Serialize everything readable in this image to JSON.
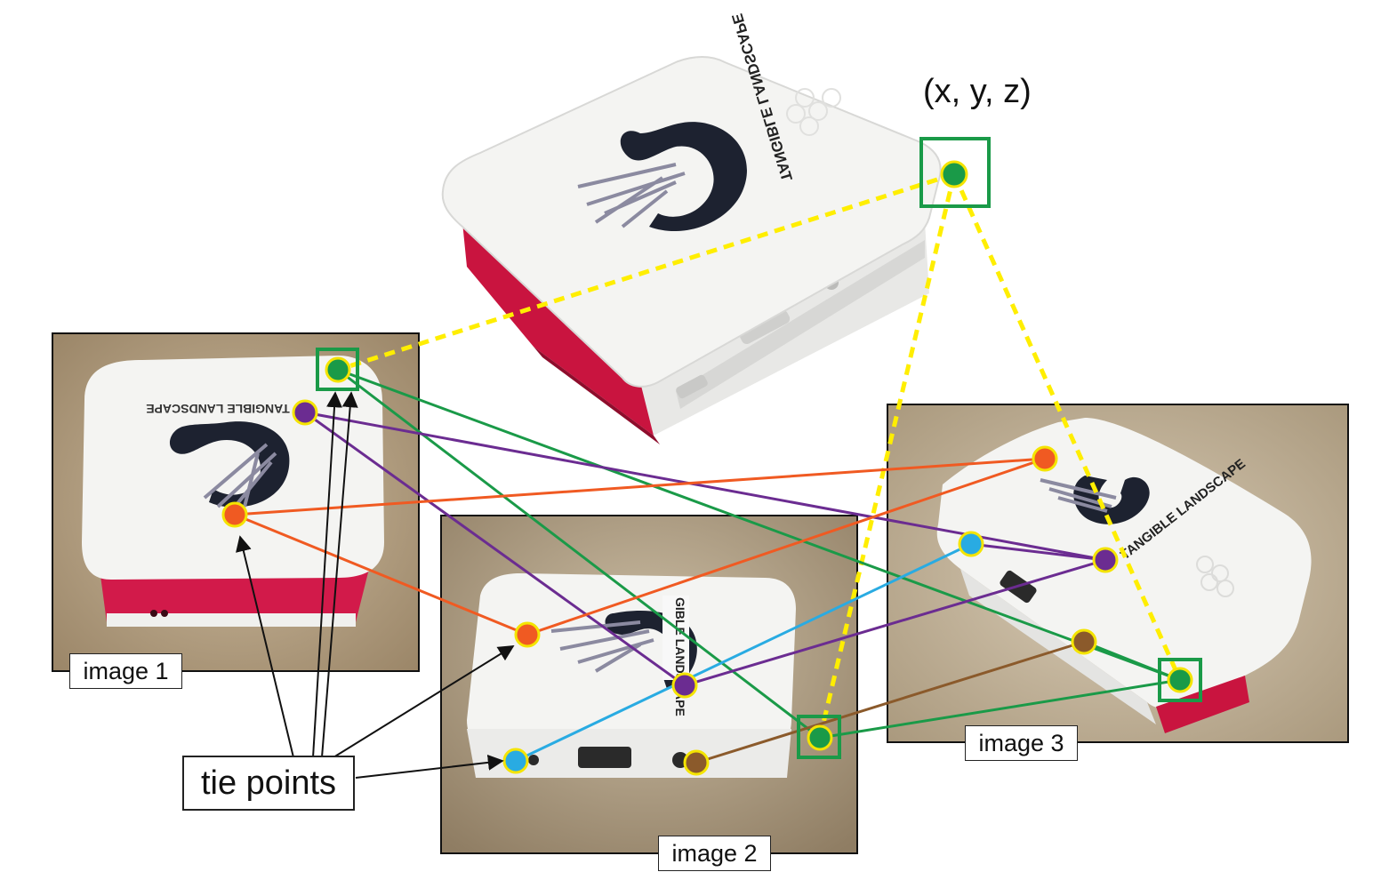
{
  "labels": {
    "image1": "image 1",
    "image2": "image 2",
    "image3": "image 3",
    "tie_points": "tie points",
    "coordinate": "(x, y, z)"
  },
  "colors": {
    "background": "#ffffff",
    "tie_green": "#1a9a48",
    "tie_purple": "#6b2c91",
    "tie_orange": "#f05a22",
    "tie_blue": "#29abe2",
    "tie_brown": "#8b5a2b",
    "marker_outline": "#f4e400",
    "projection_line": "#ffee00",
    "highlight_box": "#1a9a48",
    "case_white": "#f3f3f1",
    "case_red": "#d5184a",
    "logo_dark": "#1d2230",
    "fabric": "#b8a58a"
  },
  "icons": {
    "camera_views": "raspberry-pi-case-photo",
    "marker": "tie-point-circle",
    "arrow": "arrowhead"
  }
}
